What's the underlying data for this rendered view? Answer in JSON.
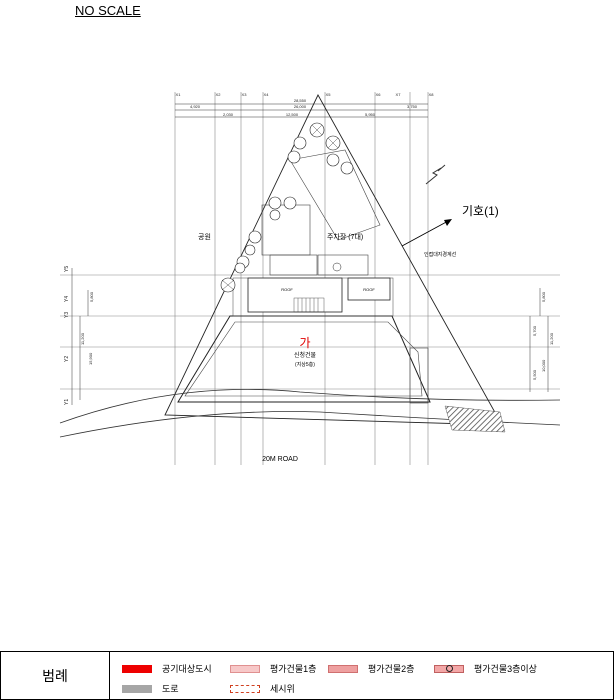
{
  "header": {
    "scale_note": "NO SCALE"
  },
  "plan": {
    "dims_top": [
      "28,550",
      "26,000",
      "4,920",
      "2,030",
      "12,500",
      "5,950",
      "3,750"
    ],
    "col_labels": [
      "X1",
      "X2",
      "X3",
      "X4",
      "X5",
      "X6",
      "X7",
      "X8"
    ],
    "row_labels": [
      "Y5",
      "Y4",
      "Y3",
      "Y2",
      "Y1"
    ],
    "dims_left": [
      "5,800",
      "11,200",
      "15,900"
    ],
    "dims_right": [
      "5,800",
      "5,700",
      "11,200",
      "5,500",
      "10,000"
    ],
    "areas": {
      "park": "공원",
      "parking": "주차장 (7대)",
      "roof": "ROOF"
    },
    "building": {
      "code": "가",
      "name": "신청건물",
      "note": "(지상5층)"
    },
    "boundary_note": "인접대지경계선",
    "symbol_label": "기호(1)",
    "road": "20M ROAD"
  },
  "legend": {
    "title": "범례",
    "items": [
      {
        "label": "공기대상도시",
        "color": "#ee0000",
        "style": "solid-red"
      },
      {
        "label": "평가건물1층",
        "color": "#f4b7b7",
        "style": "hatch-light"
      },
      {
        "label": "평가건물2층",
        "color": "#e58a8a",
        "style": "cross-pink"
      },
      {
        "label": "평가건물3층이상",
        "color": "#f19a9a",
        "style": "circle-pink"
      },
      {
        "label": "도로",
        "color": "#a6a6a6",
        "style": "solid-gray"
      },
      {
        "label": "세시위",
        "color": "#d04020",
        "style": "dashed-outline"
      }
    ]
  }
}
